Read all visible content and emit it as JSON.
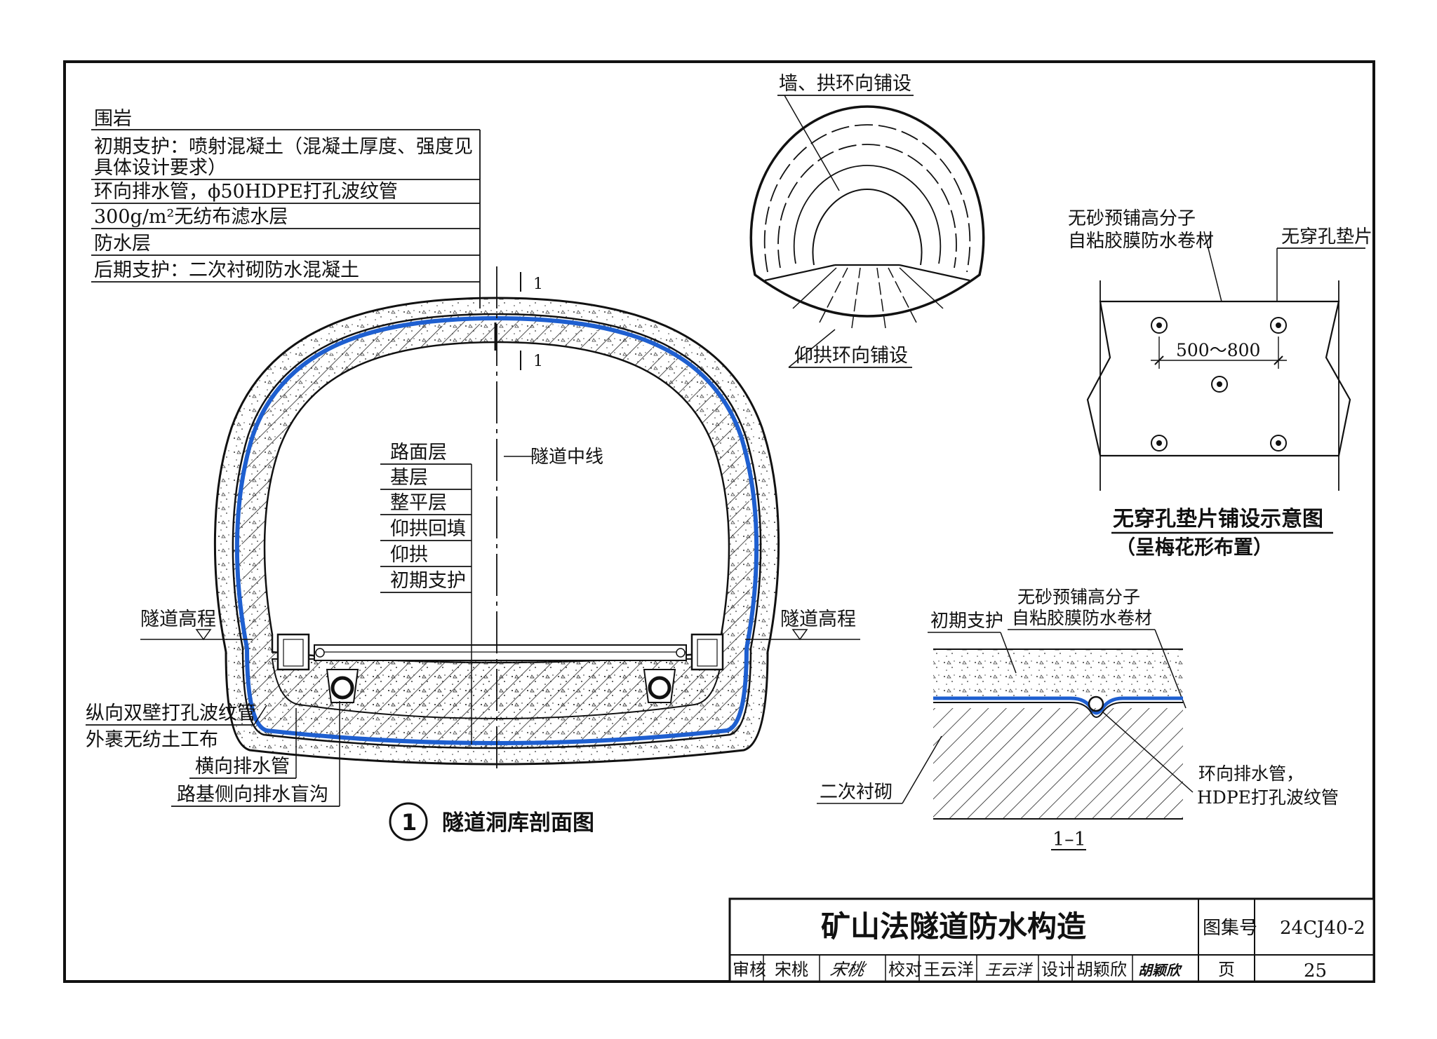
{
  "section_layers": [
    "围岩",
    "初期支护：喷射混凝土（混凝土厚度、强度见",
    "具体设计要求）",
    "环向排水管，ϕ50HDPE打孔波纹管",
    "300g/m²无纺布滤水层",
    "防水层",
    "后期支护：二次衬砌防水混凝土"
  ],
  "pavement_layers": [
    "路面层",
    "基层",
    "整平层",
    "仰拱回填",
    "仰拱",
    "初期支护"
  ],
  "labels": {
    "tunnel_centerline": "隧道中线",
    "tunnel_elevation_left": "隧道高程",
    "tunnel_elevation_right": "隧道高程",
    "longitudinal_pipe_1": "纵向双壁打孔波纹管",
    "longitudinal_pipe_2": "外裹无纺土工布",
    "transverse_pipe": "横向排水管",
    "side_ditch": "路基侧向排水盲沟",
    "cut_mark": "1",
    "section_number": "1",
    "section_title": "隧道洞库剖面图"
  },
  "ring_view": {
    "wall_arch": "墙、拱环向铺设",
    "invert": "仰拱环向铺设"
  },
  "gasket": {
    "membrane_1": "无砂预铺高分子",
    "membrane_2": "自粘胶膜防水卷材",
    "gasket_label": "无穿孔垫片",
    "spacing": "500～800",
    "title": "无穿孔垫片铺设示意图",
    "subtitle": "（呈梅花形布置）"
  },
  "detail_1_1": {
    "membrane_1": "无砂预铺高分子",
    "membrane_2": "自粘胶膜防水卷材",
    "primary_support": "初期支护",
    "secondary_lining": "二次衬砌",
    "pipe_1": "环向排水管，",
    "pipe_2": "HDPE打孔波纹管",
    "title": "1–1"
  },
  "title_block": {
    "drawing_title": "矿山法隧道防水构造",
    "atlas_no_label": "图集号",
    "atlas_no": "24CJ40-2",
    "review_label": "审核",
    "reviewer": "宋桃",
    "reviewer_sig": "宋桃",
    "check_label": "校对",
    "checker": "王云洋",
    "checker_sig": "王云洋",
    "design_label": "设计",
    "designer": "胡颖欣",
    "designer_sig": "胡颖欣",
    "page_label": "页",
    "page_no": "25"
  },
  "colors": {
    "line": "#111111",
    "waterproof_blue": "#1e5fd0"
  }
}
